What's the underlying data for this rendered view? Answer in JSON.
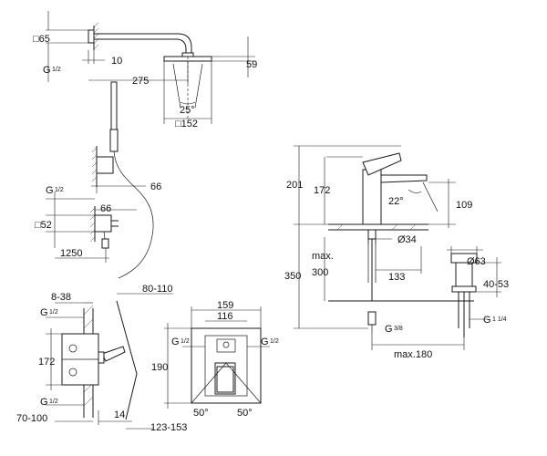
{
  "shower": {
    "arm_square": "□65",
    "arm_thread_main": "G",
    "arm_thread_frac": "1/2",
    "wall_offset": "10",
    "arm_length": "275",
    "head_drop": "59",
    "spray_angle": "25°",
    "head_size": "□152",
    "hand_offset": "66",
    "outlet_thread_main": "G",
    "outlet_thread_frac": "1/2",
    "outlet_square": "□52",
    "outlet_offset": "66",
    "hose_length": "1250"
  },
  "mixer": {
    "depth_range": "8-38",
    "thread_top_main": "G",
    "thread_top_frac": "1/2",
    "height": "172",
    "thread_bottom_main": "G",
    "thread_bottom_frac": "1/2",
    "wall_range": "70-100",
    "plate_offset": "14",
    "reach_range_top": "80-110",
    "reach_range_bottom": "123-153",
    "front_width": "159",
    "front_inner_width": "116",
    "front_height": "190",
    "front_thread_left_main": "G",
    "front_thread_left_frac": "1/2",
    "front_thread_right_main": "G",
    "front_thread_right_frac": "1/2",
    "angle_left": "50°",
    "angle_right": "50°"
  },
  "basin": {
    "total_height": "201",
    "body_height": "172",
    "spout_angle": "22°",
    "spout_height": "109",
    "hole_diameter": "Ø34",
    "hose_max_label": "max.",
    "hose_max_value": "300",
    "overall_height": "350",
    "reach": "133",
    "waste_diameter": "Ø63",
    "waste_range": "40-53",
    "waste_thread_main": "G",
    "waste_thread_frac": "1 1/4",
    "supply_thread_main": "G",
    "supply_thread_frac": "3/8",
    "max_reach": "max.180"
  }
}
